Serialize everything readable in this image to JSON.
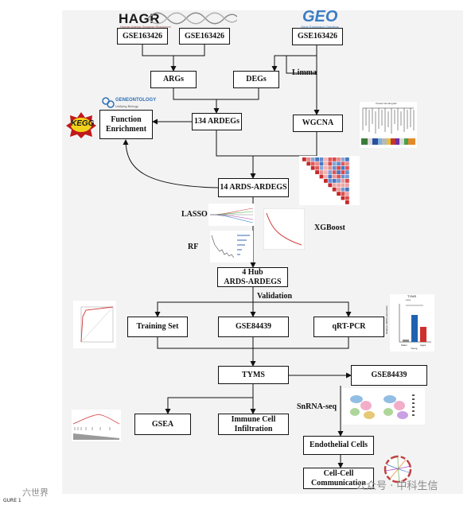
{
  "logos": {
    "hagr": "HAGR",
    "hagr_sub": "Human Ageing Genomic Resources",
    "geo": "GEO",
    "geo_sub": "Gene Expression Omnibus",
    "go": "GENEONTOLOGY",
    "go_sub": "Unifying Biology",
    "kegg": "KEGG"
  },
  "nodes": {
    "gse_a": "GSE163426",
    "gse_b": "GSE163426",
    "gse_c": "GSE163426",
    "args": "ARGs",
    "degs": "DEGs",
    "ardegs": "134 ARDEGs",
    "wgcna": "WGCNA",
    "function_line1": "Function",
    "function_line2": "Enrichment",
    "ards14": "14 ARDS-ARDEGS",
    "hub_line1": "4 Hub",
    "hub_line2": "ARDS-ARDEGS",
    "training": "Training Set",
    "gse84439_a": "GSE84439",
    "qrtpcr": "qRT-PCR",
    "tyms": "TYMS",
    "gse84439_b": "GSE84439",
    "gsea": "GSEA",
    "immune_line1": "Immune Cell",
    "immune_line2": "Infiltration",
    "endothelial": "Endothelial Cells",
    "cc_line1": "Cell-Cell",
    "cc_line2": "Communication"
  },
  "labels": {
    "limma": "Limma",
    "lasso": "LASSO",
    "rf": "RF",
    "xgboost": "XGBoost",
    "validation": "Validation",
    "snrna": "SnRNA-seq",
    "dendro_title": "Cluster Dendrogram",
    "pcr_gene": "TYMS",
    "pcr_stars": "****",
    "pcr_axis": "Relative mRNA expression",
    "pcr_groups": [
      "Sham",
      "Young",
      "Aged"
    ]
  },
  "colors": {
    "panel_bg": "#f3f3f3",
    "line": "#111111",
    "heat_red": "#d83a3a",
    "heat_blue": "#3f6fc0",
    "pcr_blue": "#1f63b0",
    "pcr_red": "#cf2f2f"
  },
  "footer": {
    "watermark_left": "六世界",
    "watermark_right": "公众号 · 中科生信",
    "figure": "GURE 1"
  }
}
